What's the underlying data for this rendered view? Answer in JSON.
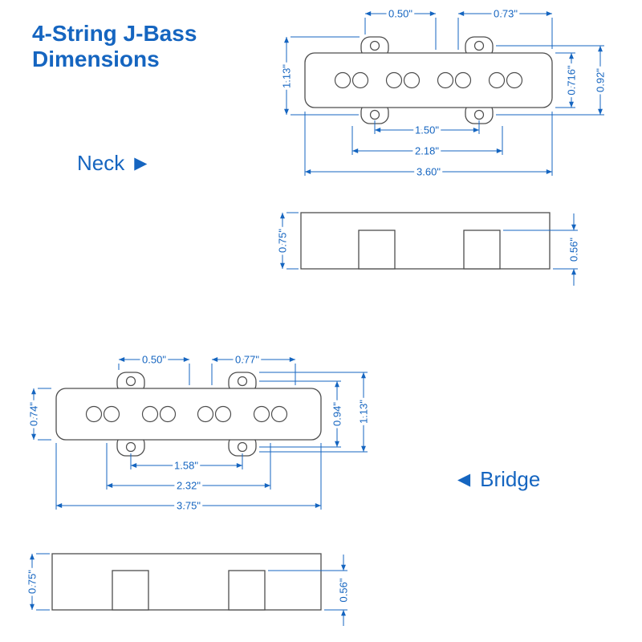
{
  "title": {
    "line1": "4-String J-Bass",
    "line2": "Dimensions"
  },
  "section_labels": {
    "neck": "Neck",
    "bridge": "Bridge"
  },
  "icons": {
    "neck_arrow": "▶",
    "bridge_arrow": "◀"
  },
  "colors": {
    "accent": "#1565c0",
    "outline": "#4d4d4d",
    "background": "#ffffff"
  },
  "neck": {
    "top_view": {
      "hole_offset_left": "0.50\"",
      "hole_offset_right": "0.73\"",
      "overall_height": "1.13\"",
      "cover_height": "0.716\"",
      "screw_height": "0.92\"",
      "screw_spacing": "1.50\"",
      "ear_spacing": "2.18\"",
      "overall_length": "3.60\""
    },
    "side_view": {
      "overall_depth": "0.75\"",
      "base_depth": "0.56\""
    }
  },
  "bridge": {
    "top_view": {
      "hole_offset_left": "0.50\"",
      "hole_offset_right": "0.77\"",
      "cover_height": "0.74\"",
      "screw_height": "0.94\"",
      "overall_height": "1.13\"",
      "screw_spacing": "1.58\"",
      "ear_spacing": "2.32\"",
      "overall_length": "3.75\""
    },
    "side_view": {
      "overall_depth": "0.75\"",
      "base_depth": "0.56\""
    }
  }
}
